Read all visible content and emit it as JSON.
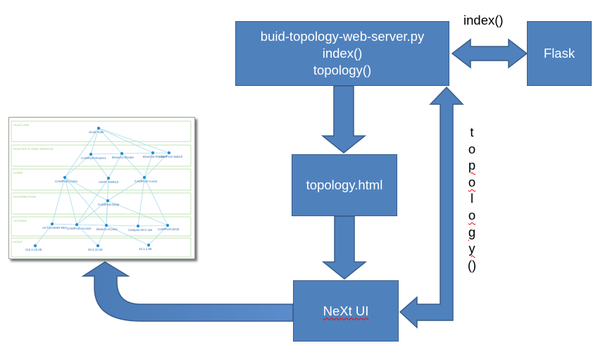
{
  "nodes": {
    "server": {
      "lines": [
        "buid-topology-web-server.py",
        "index()",
        "topology()"
      ]
    },
    "flask": {
      "label": "Flask"
    },
    "topology_html": {
      "label": "topology.html"
    },
    "next_ui": {
      "label": "NeXt UI"
    }
  },
  "edges": {
    "index_label": "index()",
    "topology_vertical": [
      "t",
      "o",
      "p",
      "o",
      "l",
      "o",
      "g",
      "y",
      "()"
    ]
  },
  "colors": {
    "box_fill": "#4f81bd",
    "box_border": "#385d8a",
    "mini_line": "#a9dbea",
    "mini_band_border": "#c5e3b5",
    "mini_band_label": "#a3d38c",
    "mini_node": "#1f8fd6"
  },
  "preview": {
    "layers": [
      "cloud node",
      "ROUTER & WEB SERVICE",
      "CORE",
      "DISTRIBUTION",
      "ACCESS",
      "HOST"
    ],
    "devices": [
      "cloud node",
      "CAMPUS-Router1",
      "Branch1-Router",
      "Branch2-Router",
      "CAMPUS-Switch",
      "CAMPUS-Core1",
      "AGPC-SW013",
      "CAMPUS-Core2",
      "CAMPUS-Dist2",
      "ACT10-WSR-Rtrs",
      "CAMPUS-Access",
      "Branch-Access",
      "Campus-W-C-Sw",
      "CAMPUS-Dist3",
      "212.1.10.28",
      "20.2.10.20",
      "10.1.1.95"
    ]
  }
}
